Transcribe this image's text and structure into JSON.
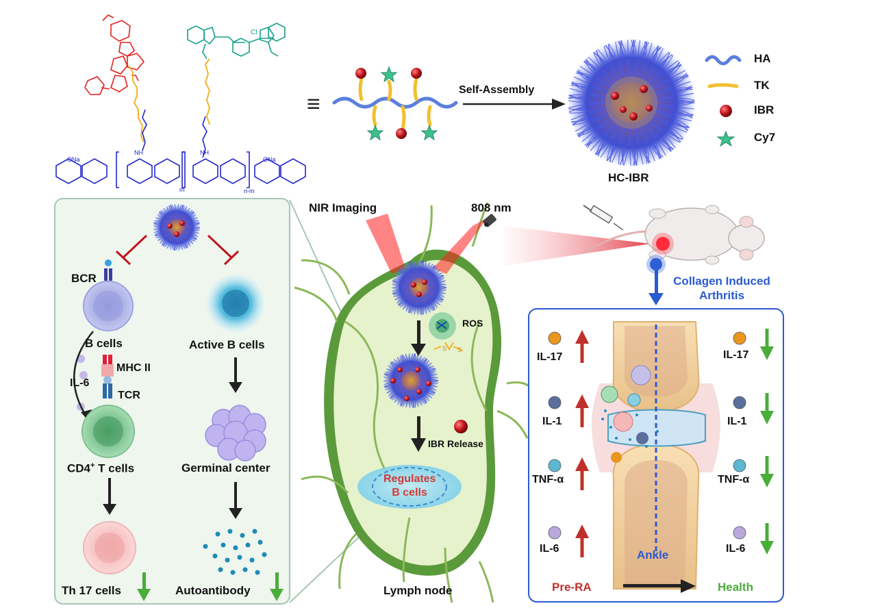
{
  "synthesis": {
    "equiv_symbol": "≡",
    "arrow_label": "Self-Assembly",
    "nanoparticle_label": "HC-IBR",
    "chem_label_ona_left": "ONa",
    "chem_label_ona_right": "ONa",
    "chem_label_cl": "Cl",
    "chem_label_nh": "NH",
    "chem_label_n_m": "n-m",
    "chem_label_m": "m"
  },
  "legend": {
    "items": [
      {
        "label": "HA",
        "color": "#5b7fdc"
      },
      {
        "label": "TK",
        "color": "#f0c030"
      },
      {
        "label": "IBR",
        "color": "#c0141c"
      },
      {
        "label": "Cy7",
        "color": "#3fbf8c"
      }
    ]
  },
  "left_panel": {
    "bcr": "BCR",
    "b_cells": "B cells",
    "active_b_cells": "Active B cells",
    "il6": "IL-6",
    "mhc": "MHC II",
    "tcr": "TCR",
    "cd4": "CD4",
    "cd4_sup": "+",
    "cd4_rest": " T cells",
    "germinal": "Germinal center",
    "th17": "Th 17 cells",
    "autoantibody": "Autoantibody"
  },
  "center": {
    "nir": "NIR Imaging",
    "laser": "808 nm",
    "ros": "ROS",
    "ibr_release": "IBR Release",
    "regulates_line1": "Regulates",
    "regulates_line2": "B cells",
    "lymph_node": "Lymph node"
  },
  "right_panel": {
    "cia_line1": "Collagen Induced",
    "cia_line2": "Arthritis",
    "ankle": "Ankle",
    "pre_ra": "Pre-RA",
    "health": "Health",
    "cytokines": [
      {
        "label": "IL-17",
        "color": "#e8961e"
      },
      {
        "label": "IL-1",
        "color": "#5a6f9c"
      },
      {
        "label": "TNF-α",
        "color": "#5cb8d0"
      },
      {
        "label": "IL-6",
        "color": "#b9a8dc"
      }
    ]
  }
}
